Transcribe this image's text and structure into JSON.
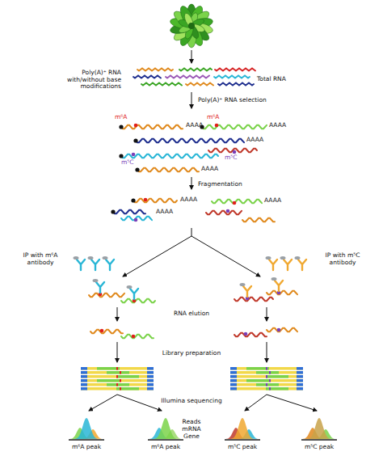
{
  "diagram": {
    "labels": [
      "Total RNA",
      "Poly(A)⁺ RNA with/without base modifications",
      "Poly(A)⁺ RNA selection",
      "m⁶A",
      "m⁶A",
      "m⁵C",
      "m⁵C",
      "AAAA",
      "AAAA",
      "AAAA",
      "AAAA",
      "Fragmentation",
      "AAAA",
      "AAAA",
      "AAAA",
      "IP with m⁶A antibody",
      "IP with m⁵C antibody",
      "RNA elution",
      "Library preparation",
      "Illumina sequencing",
      "Reads",
      "mRNA",
      "Gene",
      "m⁶A peak",
      "m⁶A peak",
      "m⁵C peak",
      "m⁵C peak"
    ]
  }
}
